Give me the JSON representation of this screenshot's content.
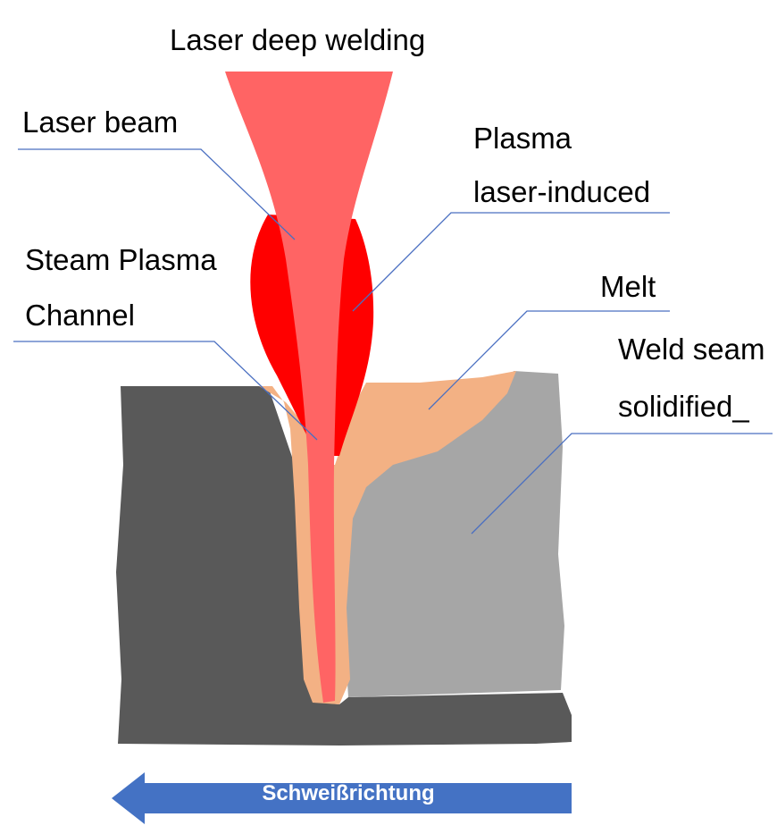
{
  "title": "Laser deep welding",
  "labels": {
    "laser_beam": "Laser beam",
    "plasma_line1": "Plasma",
    "plasma_line2": "laser-induced",
    "steam_line1": "Steam Plasma",
    "steam_line2": "Channel",
    "melt": "Melt",
    "weld_line1": "Weld seam",
    "weld_line2": "solidified_"
  },
  "direction_label": "Schweißrichtung",
  "colors": {
    "laser_beam": "#ff6464",
    "plasma": "#ff0000",
    "melt": "#f3b184",
    "weld_seam": "#a6a6a6",
    "workpiece": "#595959",
    "leader_line": "#4a6fc1",
    "arrow_fill": "#4472c4"
  }
}
